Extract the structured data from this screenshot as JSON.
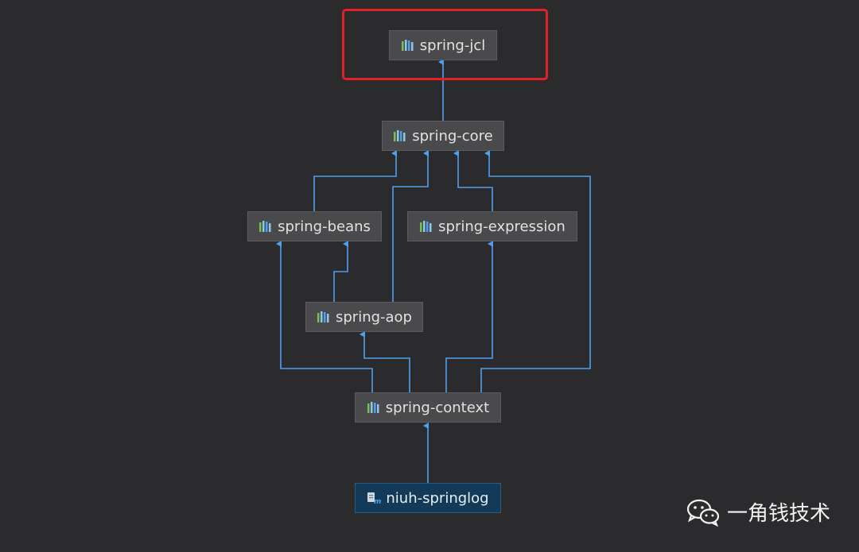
{
  "diagram": {
    "nodes": [
      {
        "id": "jcl",
        "label": "spring-jcl",
        "kind": "library",
        "highlighted": true
      },
      {
        "id": "core",
        "label": "spring-core",
        "kind": "library"
      },
      {
        "id": "beans",
        "label": "spring-beans",
        "kind": "library"
      },
      {
        "id": "expression",
        "label": "spring-expression",
        "kind": "library"
      },
      {
        "id": "aop",
        "label": "spring-aop",
        "kind": "library"
      },
      {
        "id": "context",
        "label": "spring-context",
        "kind": "library"
      },
      {
        "id": "app",
        "label": "niuh-springlog",
        "kind": "maven-module"
      }
    ],
    "edges": [
      {
        "from": "core",
        "to": "jcl"
      },
      {
        "from": "beans",
        "to": "core"
      },
      {
        "from": "aop",
        "to": "core"
      },
      {
        "from": "expression",
        "to": "core"
      },
      {
        "from": "context",
        "to": "core"
      },
      {
        "from": "aop",
        "to": "beans"
      },
      {
        "from": "context",
        "to": "beans"
      },
      {
        "from": "context",
        "to": "aop"
      },
      {
        "from": "context",
        "to": "expression"
      },
      {
        "from": "app",
        "to": "context"
      }
    ],
    "colors": {
      "background": "#2b2b2d",
      "node_fill": "#4a4a4c",
      "module_fill": "#143a5a",
      "edge": "#4f9ff0",
      "highlight": "#e2202a"
    }
  },
  "watermark": {
    "icon": "wechat-icon",
    "text": "一角钱技术"
  }
}
